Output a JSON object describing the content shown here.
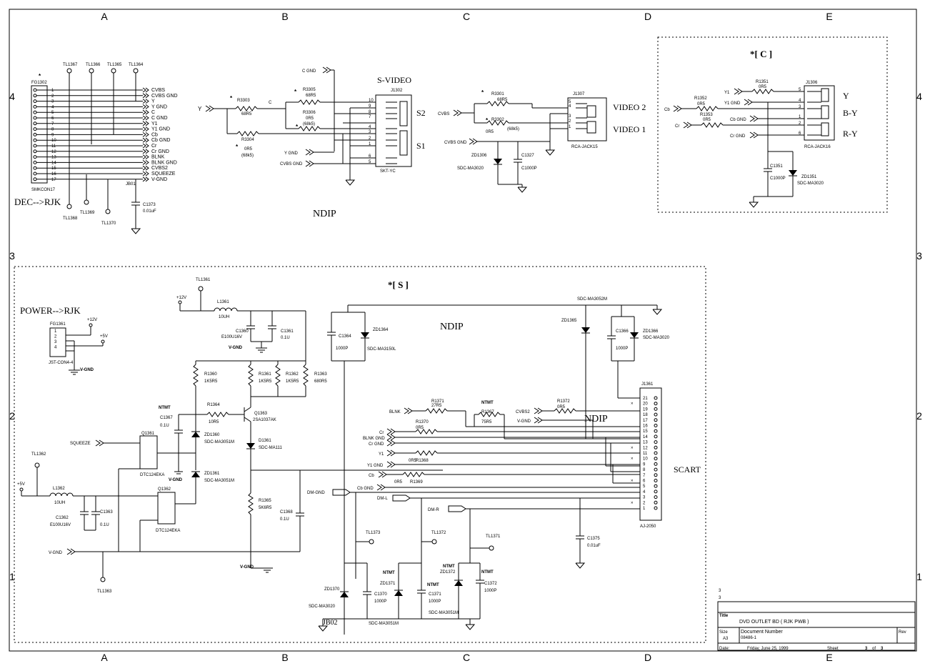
{
  "title_block": {
    "counter_a": "3",
    "counter_b": "3",
    "title_label": "Title",
    "title": "DVD OUTLET BD ( RJK PWB )",
    "size_label": "Size",
    "size": "A3",
    "doc_number_label": "Document Number",
    "doc_number": "08486-1",
    "rev_label": "Rev",
    "date_label": "Date:",
    "date": "Friday, June 25, 1999",
    "sheet_label": "Sheet",
    "sheet_num": "3",
    "sheet_of": "of",
    "sheet_total": "3"
  },
  "frame": {
    "cols": [
      "A",
      "B",
      "C",
      "D",
      "E"
    ],
    "rows": [
      "4",
      "3",
      "2",
      "1"
    ]
  },
  "block_labels": {
    "dec_rjk": "DEC-->RJK",
    "power_rjk": "POWER-->RJK",
    "c_block": "*[ C ]",
    "s_block": "*[ S ]",
    "s_video": "S-VIDEO",
    "scart": "SCART",
    "video2": "VIDEO 2",
    "video1": "VIDEO 1",
    "ndip": "NDIP",
    "s2": "S2",
    "s1": "S1",
    "jack_y": "Y",
    "jack_by": "B-Y",
    "jack_ry": "R-Y"
  },
  "connector_fg1302": {
    "star": "*",
    "ref": "FG1302",
    "name": "SMKCON17",
    "test_points_top": [
      "TL1367",
      "TL1366",
      "TL1365",
      "TL1364"
    ],
    "test_points_bottom": [
      "TL1368",
      "TL1369",
      "TL1370"
    ],
    "pins": [
      "1",
      "2",
      "3",
      "4",
      "5",
      "6",
      "7",
      "8",
      "9",
      "10",
      "11",
      "12",
      "13",
      "14",
      "15",
      "16",
      "17"
    ],
    "signals": [
      "CVBS",
      "CVBS GND",
      "Y",
      "Y GND",
      "C",
      "C GND",
      "Y1",
      "Y1 GND",
      "Cb",
      "Cb GND",
      "Cr",
      "Cr GND",
      "BLNK",
      "BLNK GND",
      "CVBS2",
      "SQUEEZE",
      "V-GND"
    ],
    "jumper": "JB01",
    "cap_ref": "C1373",
    "cap_val": "0.01uF"
  },
  "svideo_section": {
    "in_y": "Y",
    "in_c": "C",
    "c_gnd": "C GND",
    "y_gnd": "Y GND",
    "cvbs_gnd": "CVBS GND",
    "resistors": [
      {
        "ref": "R3303",
        "val": "68R5",
        "star": "*"
      },
      {
        "ref": "R3304",
        "val": "0R5",
        "alt": "(68k5)",
        "star": "*"
      },
      {
        "ref": "R3305",
        "val": "68R5",
        "star": "*"
      },
      {
        "ref": "R3306",
        "val": "0R5",
        "alt": "(68k5)",
        "star": "*"
      }
    ],
    "jack_ref": "J1302",
    "jack_name": "SKT-YC",
    "jack_pins": [
      "10",
      "9",
      "8",
      "7",
      "4",
      "3",
      "2",
      "1",
      "6",
      "5"
    ]
  },
  "video_section": {
    "cvbs": "CVBS",
    "cvbs_gnd": "CVBS GND",
    "r3301": {
      "ref": "R3301",
      "val": "68R5",
      "star": "*"
    },
    "r3302": {
      "ref": "R3302",
      "val": "0R5",
      "alt": "(68k5)",
      "star": "*"
    },
    "zd": {
      "ref": "ZD1306",
      "val": "SDC-MA3020"
    },
    "cap": {
      "ref": "C1327",
      "val": "C1000P"
    },
    "jack_ref": "J1307",
    "jack_name": "RCA-JACK15",
    "jack_pins": [
      "5",
      "4",
      "3",
      "2",
      "1"
    ]
  },
  "c_section": {
    "jack_ref": "J1306",
    "jack_name": "RCA-JACK16",
    "inputs": [
      "Y1",
      "Y1 GND",
      "Cb",
      "Cb GND",
      "Cr",
      "Cr GND"
    ],
    "resistors": [
      {
        "ref": "R1351",
        "val": "0R5"
      },
      {
        "ref": "R1352",
        "val": "0R5"
      },
      {
        "ref": "R1353",
        "val": "0R5"
      }
    ],
    "cap": {
      "ref": "C1351",
      "val": "C1000P"
    },
    "zd": {
      "ref": "ZD1351",
      "val": "SDC-MA3020"
    },
    "pins": [
      "5",
      "4",
      "3",
      "1",
      "2",
      "6"
    ]
  },
  "power_section": {
    "conn_ref": "FG1361",
    "conn_name": "JST-CON4-4",
    "pins": [
      "1",
      "2",
      "3",
      "4"
    ],
    "v12": "+12V",
    "v5": "+5V",
    "vgnd": "V-GND"
  },
  "s_section": {
    "tl1361": "TL1361",
    "tl1362": "TL1362",
    "tl1363": "TL1363",
    "tl1371": "TL1371",
    "tl1372": "TL1372",
    "tl1373": "TL1373",
    "v12": "+12V",
    "v5": "+5V",
    "vgnd": "V-GND",
    "l1361": {
      "ref": "L1361",
      "val": "10UH"
    },
    "l1362": {
      "ref": "L1362",
      "val": "10UH"
    },
    "c1360": {
      "ref": "C1360",
      "val": "E100U16V"
    },
    "c1361": {
      "ref": "C1361",
      "val": "0.1U"
    },
    "c1362": {
      "ref": "C1362",
      "val": "E100U16V"
    },
    "c1363": {
      "ref": "C1363",
      "val": "0.1U"
    },
    "c1364": {
      "ref": "C1364",
      "val": "1000P"
    },
    "c1366": {
      "ref": "C1366",
      "val": "1000P"
    },
    "c1367": {
      "ref": "C1367",
      "val": "0.1U"
    },
    "c1368": {
      "ref": "C1368",
      "val": "0.1U"
    },
    "c1370": {
      "ref": "C1370",
      "val": "1000P"
    },
    "c1371": {
      "ref": "C1371",
      "val": "1000P"
    },
    "c1372": {
      "ref": "C1372",
      "val": "1000P"
    },
    "c1375": {
      "ref": "C1375",
      "val": "0.01uF"
    },
    "r1360": {
      "ref": "R1360",
      "val": "1K5R5"
    },
    "r1361": {
      "ref": "R1361",
      "val": "1K5R5"
    },
    "r1362": {
      "ref": "R1362",
      "val": "1K5R5"
    },
    "r1363": {
      "ref": "R1363",
      "val": "680R5"
    },
    "r1364": {
      "ref": "R1364",
      "val": "10R5"
    },
    "r1365": {
      "ref": "R1365",
      "val": "5K6R5"
    },
    "r1367": {
      "ref": "R1367",
      "val": "75R5"
    },
    "r1368": {
      "ref": "R1368",
      "val": "0R5"
    },
    "r1369": {
      "ref": "R1369",
      "val": "0R5"
    },
    "r1370": {
      "ref": "R1370",
      "val": "0R5"
    },
    "r1371": {
      "ref": "R1371",
      "val": "27R5"
    },
    "r1372": {
      "ref": "R1372",
      "val": "0R5"
    },
    "q1361": {
      "ref": "Q1361",
      "val": "DTC124EKA"
    },
    "q1362": {
      "ref": "Q1362",
      "val": "DTC124EKA"
    },
    "q1363": {
      "ref": "Q1363",
      "val": "2SA1037AK"
    },
    "d1361": {
      "ref": "D1361",
      "val": "SDC-MA111"
    },
    "zd1360": {
      "ref": "ZD1360",
      "val": "SDC-MA3051M"
    },
    "zd1361": {
      "ref": "ZD1361",
      "val": "SDC-MA3051M"
    },
    "zd1364": {
      "ref": "ZD1364",
      "val": "SDC-MA3150L"
    },
    "zd1365": {
      "ref": "ZD1365",
      "val": ""
    },
    "zd1366": {
      "ref": "ZD1366",
      "val": "SDC-MA3020"
    },
    "zd1370": {
      "ref": "ZD1370",
      "val": "SDC-MA3020"
    },
    "zd1371": {
      "ref": "ZD1371",
      "val": "SDC-MA3051M"
    },
    "zd1372": {
      "ref": "ZD1372",
      "val": "SDC-MA3051M"
    },
    "sdc_top": "SDC-MA3052M",
    "ntmt": "NTMT",
    "squeeze": "SQUEEZE",
    "dm_gnd": "DM-GND",
    "dm_l": "DM-L",
    "dm_r": "DM-R",
    "jb02": "JB02",
    "scart_ref": "J1361",
    "scart_name": "AJ-2050",
    "scart_pins": [
      "21",
      "20",
      "19",
      "18",
      "17",
      "16",
      "15",
      "14",
      "13",
      "12",
      "11",
      "10",
      "9",
      "8",
      "7",
      "6",
      "5",
      "4",
      "3",
      "2",
      "1"
    ],
    "scart_signals": [
      "BLNK",
      "CVBS2",
      "V-GND",
      "Cr",
      "BLNK GND",
      "Cr GND",
      "Y1",
      "Y1 GND",
      "Cb",
      "Cb GND"
    ]
  }
}
